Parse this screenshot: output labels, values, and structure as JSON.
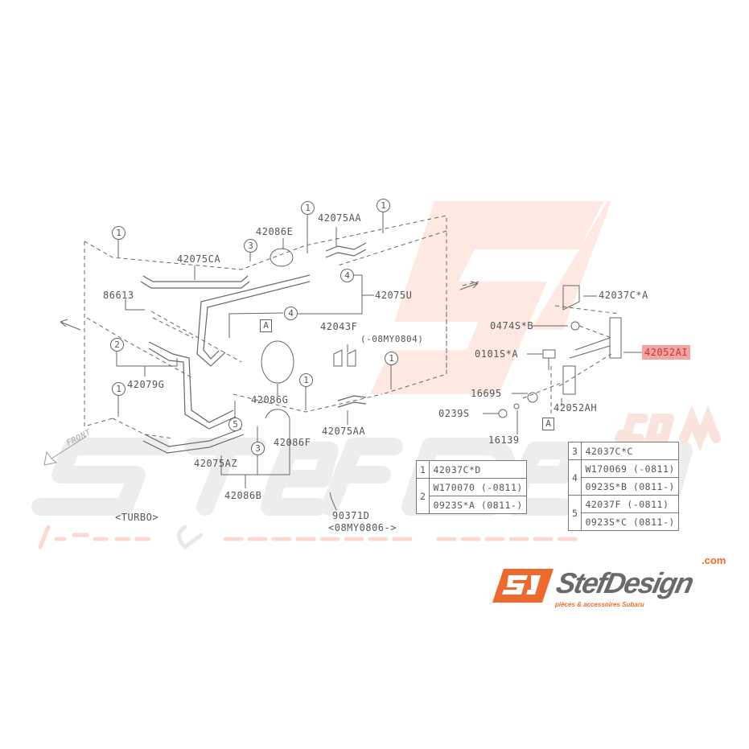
{
  "watermark": {
    "brand": "StefDesign",
    "domain": ".com",
    "tagline_a": "pièces",
    "tagline_amp": "&",
    "tagline_b": "accessoires Subaru"
  },
  "logo": {
    "name": "StefDesign",
    "domain": ".com",
    "tagline": "pièces & accessoires Subaru",
    "accent": "#ee6a2c"
  },
  "parts": {
    "p42086E": "42086E",
    "p42075AA_top": "42075AA",
    "p42075CA": "42075CA",
    "p86613": "86613",
    "p42075U": "42075U",
    "p42043F": "42043F",
    "p42043F_note": "(-08MY0804)",
    "p42079G": "42079G",
    "p42086G": "42086G",
    "p42086F": "42086F",
    "p42075AA_bot": "42075AA",
    "p42075AZ": "42075AZ",
    "p42086B": "42086B",
    "turbo": "<TURBO>",
    "p90371D": "90371D",
    "p90371D_note": "<08MY0806->",
    "front": "FRONT",
    "p42037CA": "42037C*A",
    "p0474SB": "0474S*B",
    "p42052AI": "42052AI",
    "p0101SA": "0101S*A",
    "p16695": "16695",
    "p42052AH": "42052AH",
    "p0239S": "0239S",
    "p16139": "16139"
  },
  "refs": {
    "one": "1",
    "two": "2",
    "three": "3",
    "four": "4",
    "five": "5",
    "A": "A"
  },
  "legend_left": [
    {
      "ref": "1",
      "rows": [
        "42037C*D"
      ]
    },
    {
      "ref": "2",
      "rows": [
        "W170070  (-0811)",
        "0923S*A (0811-)"
      ]
    }
  ],
  "legend_right": [
    {
      "ref": "3",
      "rows": [
        "42037C*C"
      ]
    },
    {
      "ref": "4",
      "rows": [
        "W170069 (-0811)",
        "0923S*B (0811-)"
      ]
    },
    {
      "ref": "5",
      "rows": [
        "42037F  (-0811)",
        "0923S*C (0811-)"
      ]
    }
  ],
  "colors": {
    "highlight": "#f4a3a3",
    "line": "#666666",
    "watermark_pink": "#fbd9cf"
  }
}
